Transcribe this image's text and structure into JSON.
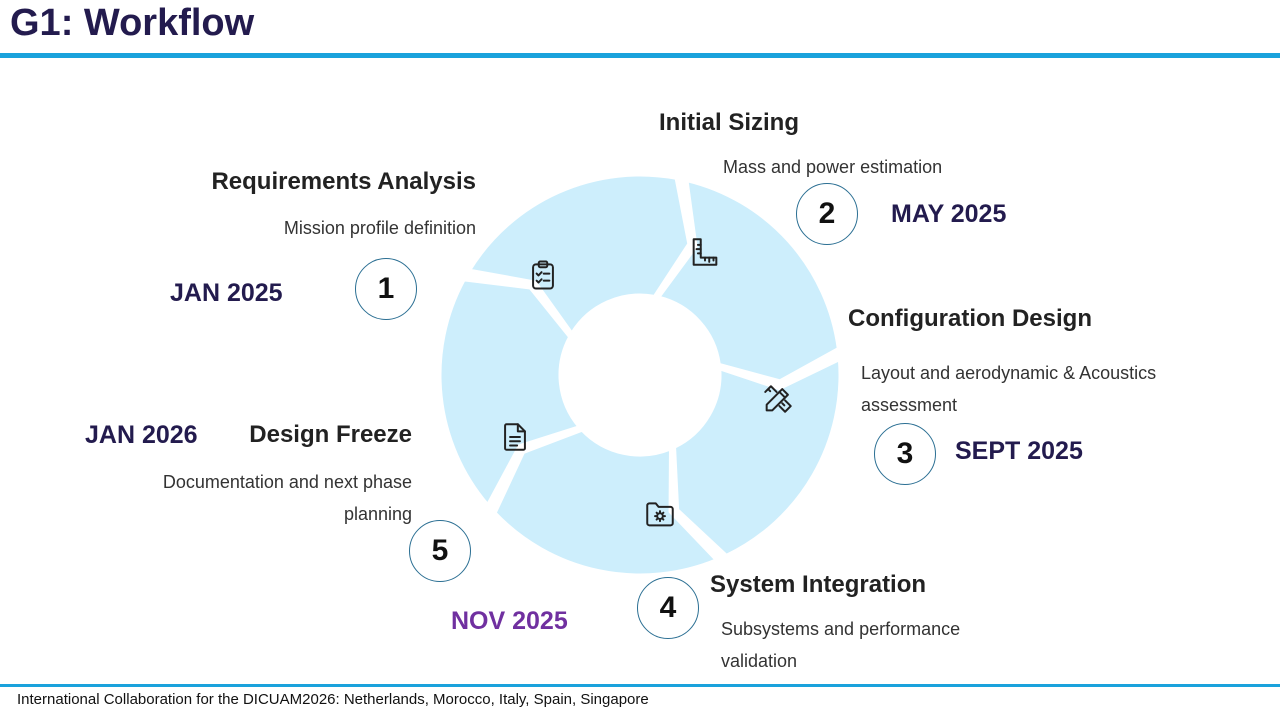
{
  "page": {
    "title": "G1: Workflow",
    "footer": "International Collaboration for the DICUAM2026: Netherlands, Morocco, Italy, Spain, Singapore"
  },
  "colors": {
    "accent_rule": "#1aa2dc",
    "title": "#231b4e",
    "segment_fill": "#cdeefc",
    "badge_border": "#2b6f93",
    "date_default": "#231b4e",
    "date_highlight": "#7030a0"
  },
  "steps": [
    {
      "number": "1",
      "title": "Requirements Analysis",
      "description": "Mission profile definition",
      "date": "JAN 2025",
      "icon": "clipboard-check-icon"
    },
    {
      "number": "2",
      "title": "Initial Sizing",
      "description": "Mass and power estimation",
      "date": "MAY 2025",
      "icon": "ruler-icon"
    },
    {
      "number": "3",
      "title": "Configuration Design",
      "description": "Layout and aerodynamic & Acoustics assessment",
      "date": "SEPT 2025",
      "icon": "pencil-ruler-icon"
    },
    {
      "number": "4",
      "title": "System Integration",
      "description": "Subsystems and performance validation",
      "date": "NOV 2025",
      "icon": "folder-gear-icon"
    },
    {
      "number": "5",
      "title": "Design Freeze",
      "description": "Documentation and next phase planning",
      "date": "JAN 2026",
      "icon": "document-icon"
    }
  ]
}
